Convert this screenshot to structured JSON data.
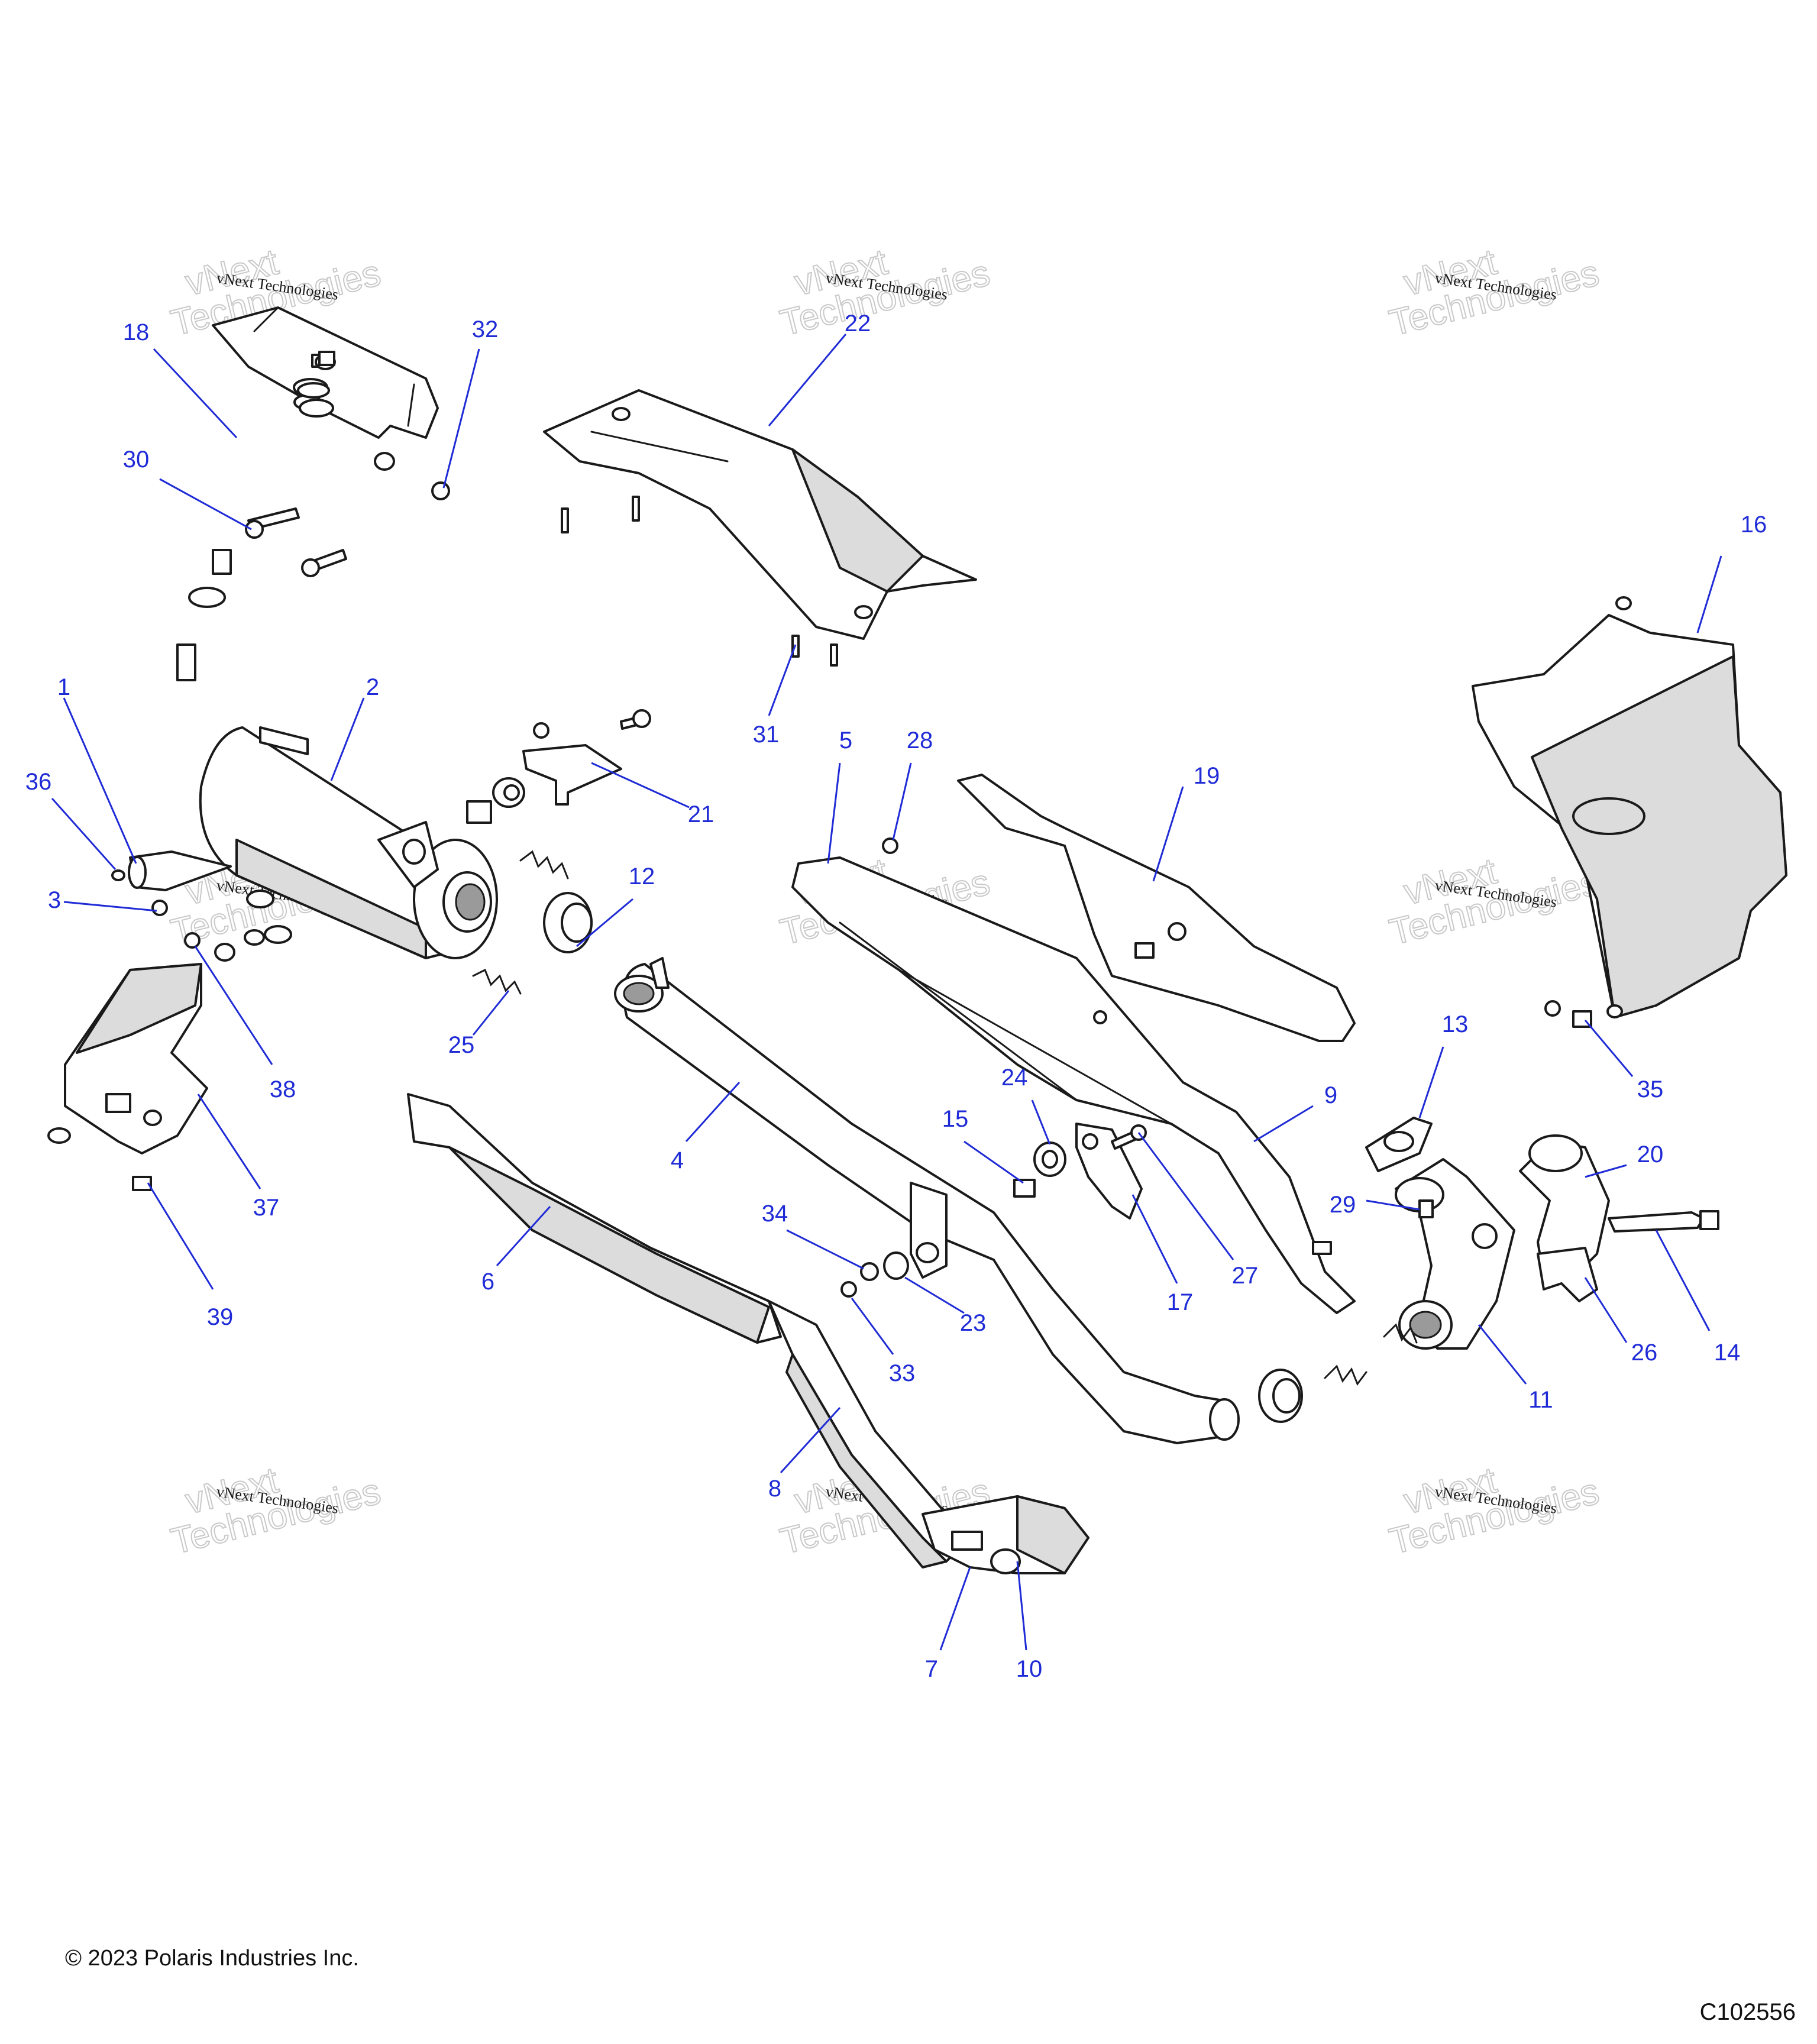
{
  "callouts": [
    {
      "id": "1",
      "label": "1"
    },
    {
      "id": "2",
      "label": "2"
    },
    {
      "id": "3",
      "label": "3"
    },
    {
      "id": "4",
      "label": "4"
    },
    {
      "id": "5",
      "label": "5"
    },
    {
      "id": "6",
      "label": "6"
    },
    {
      "id": "7",
      "label": "7"
    },
    {
      "id": "8",
      "label": "8"
    },
    {
      "id": "9",
      "label": "9"
    },
    {
      "id": "10",
      "label": "10"
    },
    {
      "id": "11",
      "label": "11"
    },
    {
      "id": "12",
      "label": "12"
    },
    {
      "id": "13",
      "label": "13"
    },
    {
      "id": "14",
      "label": "14"
    },
    {
      "id": "15",
      "label": "15"
    },
    {
      "id": "16",
      "label": "16"
    },
    {
      "id": "17",
      "label": "17"
    },
    {
      "id": "18",
      "label": "18"
    },
    {
      "id": "19",
      "label": "19"
    },
    {
      "id": "20",
      "label": "20"
    },
    {
      "id": "21",
      "label": "21"
    },
    {
      "id": "22",
      "label": "22"
    },
    {
      "id": "23",
      "label": "23"
    },
    {
      "id": "24",
      "label": "24"
    },
    {
      "id": "25",
      "label": "25"
    },
    {
      "id": "26",
      "label": "26"
    },
    {
      "id": "27",
      "label": "27"
    },
    {
      "id": "28",
      "label": "28"
    },
    {
      "id": "29",
      "label": "29"
    },
    {
      "id": "30",
      "label": "30"
    },
    {
      "id": "31",
      "label": "31"
    },
    {
      "id": "32",
      "label": "32"
    },
    {
      "id": "33",
      "label": "33"
    },
    {
      "id": "34",
      "label": "34"
    },
    {
      "id": "35",
      "label": "35"
    },
    {
      "id": "36",
      "label": "36"
    },
    {
      "id": "37",
      "label": "37"
    },
    {
      "id": "38",
      "label": "38"
    },
    {
      "id": "39",
      "label": "39"
    }
  ],
  "watermark": {
    "small": "vNext Technologies",
    "big_line1": "vNext",
    "big_line2": "Technologies"
  },
  "footer": {
    "copyright": "© 2023 Polaris Industries Inc.",
    "drawing_id": "C102556"
  },
  "colors": {
    "callout": "#1f2bd6",
    "line": "#1a1a1a",
    "shade": "#dcdcdc"
  }
}
